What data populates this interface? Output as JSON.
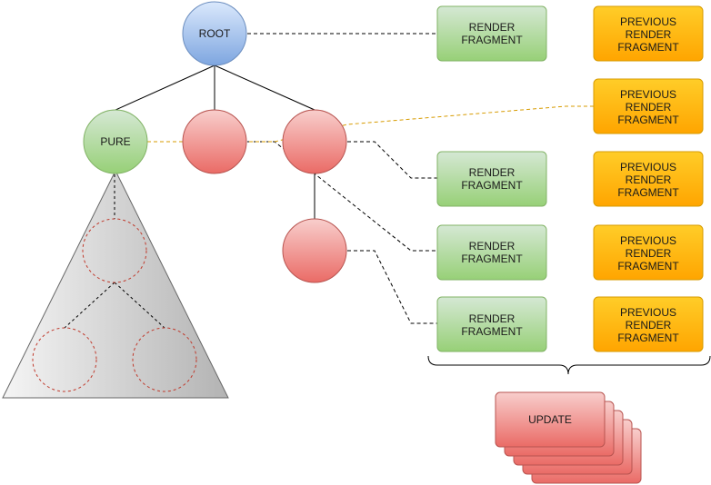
{
  "nodes": {
    "root": "ROOT",
    "pure": "PURE"
  },
  "render_fragment": [
    "RENDER",
    "FRAGMENT"
  ],
  "previous_render_fragment": [
    "PREVIOUS",
    "RENDER",
    "FRAGMENT"
  ],
  "update_stack": {
    "label": "UPDATE",
    "count": 5
  },
  "colors": {
    "root_fill": "#7ea6e0",
    "pure_fill": "#97d077",
    "red_node_fill": "#f08080",
    "render_fragment_fill": "#b9e0a5",
    "previous_fragment_fill": "#ffcc33",
    "update_fill": "#f28b8b",
    "orange_link": "#d79b00",
    "tree_stroke": "#000000",
    "dashed_circle": "#c0392b"
  }
}
